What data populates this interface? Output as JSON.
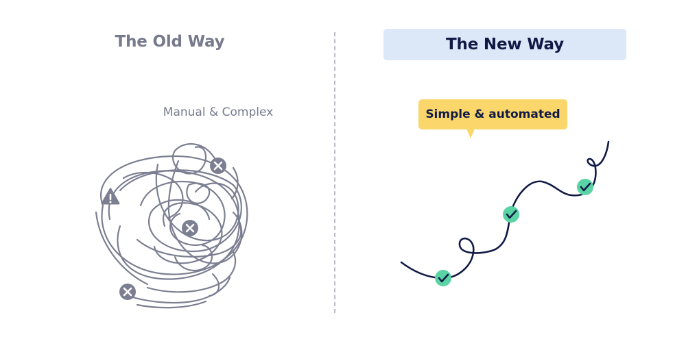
{
  "old_way": {
    "title": "The Old Way",
    "subtitle": "Manual & Complex",
    "icons": [
      "close-icon",
      "warning-icon",
      "close-icon",
      "close-icon"
    ],
    "color": "#767a8c"
  },
  "new_way": {
    "title": "The New Way",
    "callout": "Simple & automated",
    "icons": [
      "check-icon",
      "check-icon",
      "check-icon"
    ],
    "title_background": "#dce8f8",
    "callout_background": "#fbd66b",
    "line_color": "#101a45",
    "check_color": "#5ad3a5"
  }
}
